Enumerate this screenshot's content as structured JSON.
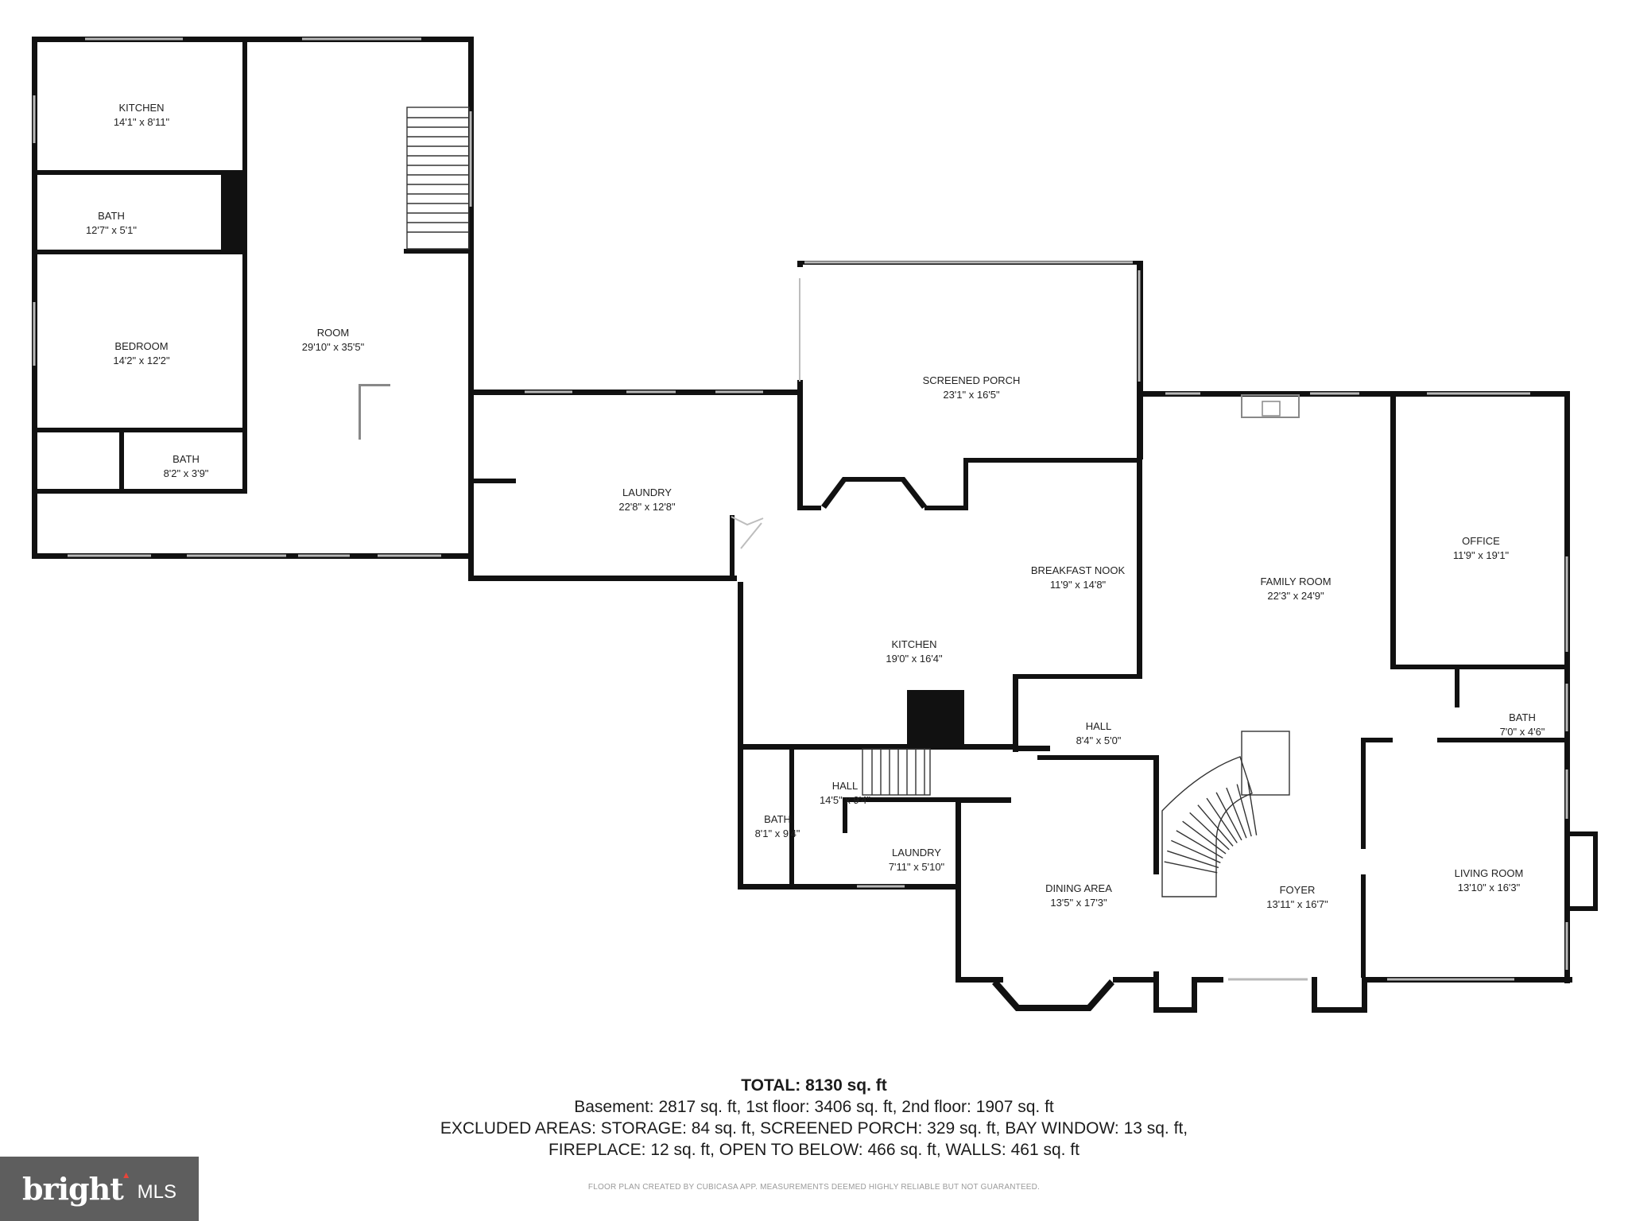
{
  "rooms": [
    {
      "id": "kitchen-upper",
      "name": "KITCHEN",
      "dims": "14'1\" x 8'11\""
    },
    {
      "id": "bath-1",
      "name": "BATH",
      "dims": "12'7\" x 5'1\""
    },
    {
      "id": "bedroom",
      "name": "BEDROOM",
      "dims": "14'2\" x 12'2\""
    },
    {
      "id": "room",
      "name": "ROOM",
      "dims": "29'10\" x 35'5\""
    },
    {
      "id": "bath-2",
      "name": "BATH",
      "dims": "8'2\" x 3'9\""
    },
    {
      "id": "screened-porch",
      "name": "SCREENED PORCH",
      "dims": "23'1\" x 16'5\""
    },
    {
      "id": "laundry-1",
      "name": "LAUNDRY",
      "dims": "22'8\" x 12'8\""
    },
    {
      "id": "breakfast-nook",
      "name": "BREAKFAST NOOK",
      "dims": "11'9\" x 14'8\""
    },
    {
      "id": "family-room",
      "name": "FAMILY ROOM",
      "dims": "22'3\" x 24'9\""
    },
    {
      "id": "office",
      "name": "OFFICE",
      "dims": "11'9\" x 19'1\""
    },
    {
      "id": "kitchen-main",
      "name": "KITCHEN",
      "dims": "19'0\" x 16'4\""
    },
    {
      "id": "bath-3",
      "name": "BATH",
      "dims": "7'0\" x 4'6\""
    },
    {
      "id": "hall-1",
      "name": "HALL",
      "dims": "8'4\" x 5'0\""
    },
    {
      "id": "hall-2",
      "name": "HALL",
      "dims": "14'5\" x 9'4\""
    },
    {
      "id": "bath-4",
      "name": "BATH",
      "dims": "8'1\" x 9'4\""
    },
    {
      "id": "laundry-2",
      "name": "LAUNDRY",
      "dims": "7'11\" x 5'10\""
    },
    {
      "id": "dining-area",
      "name": "DINING AREA",
      "dims": "13'5\" x 17'3\""
    },
    {
      "id": "foyer",
      "name": "FOYER",
      "dims": "13'11\" x 16'7\""
    },
    {
      "id": "living-room",
      "name": "LIVING ROOM",
      "dims": "13'10\" x 16'3\""
    }
  ],
  "summary": {
    "total": "TOTAL: 8130 sq. ft",
    "floors": "Basement: 2817 sq. ft, 1st floor: 3406 sq. ft, 2nd floor: 1907 sq. ft",
    "excluded_1": "EXCLUDED AREAS: STORAGE: 84 sq. ft, SCREENED PORCH: 329 sq. ft, BAY WINDOW: 13 sq. ft,",
    "excluded_2": "FIREPLACE: 12 sq. ft, OPEN TO BELOW: 466 sq. ft, WALLS: 461 sq. ft"
  },
  "disclaimer": "FLOOR PLAN CREATED BY CUBICASA APP. MEASUREMENTS DEEMED HIGHLY RELIABLE BUT NOT GUARANTEED.",
  "logo": {
    "word": "bright",
    "mls": "MLS"
  }
}
